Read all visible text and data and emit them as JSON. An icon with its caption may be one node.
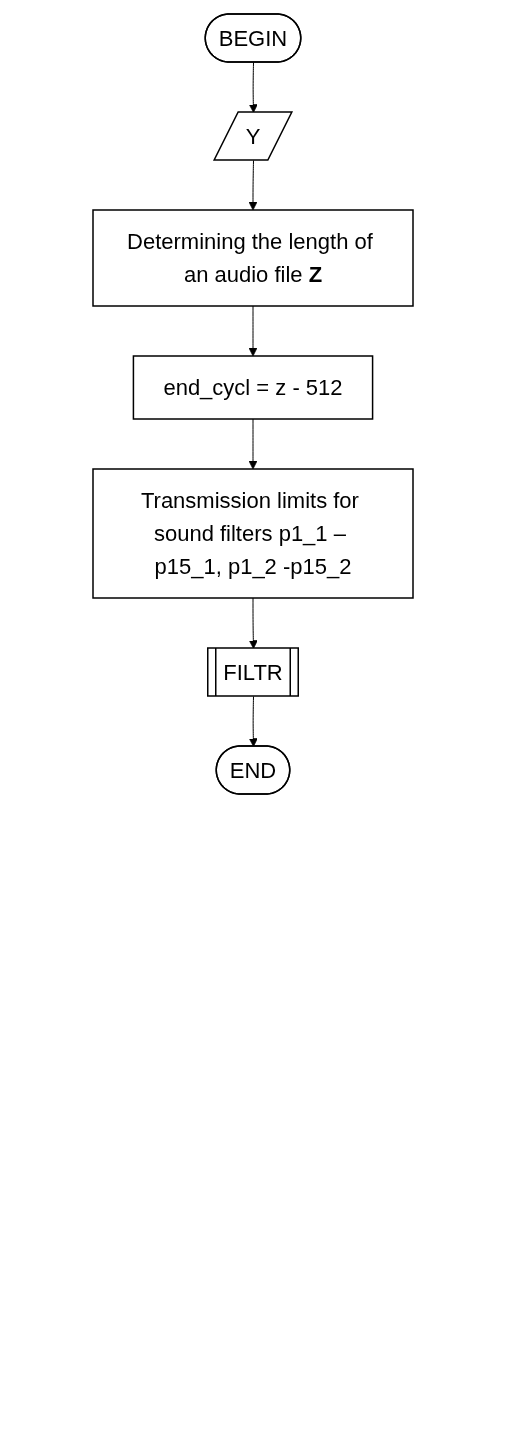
{
  "diagram": {
    "nodes": [
      {
        "text": [
          "BEGIN"
        ]
      },
      {
        "text": [
          "Y"
        ]
      },
      {
        "text": [
          "Determining the length of an audio file **Z**"
        ]
      },
      {
        "text": [
          "end_cycl = z - 512"
        ]
      },
      {
        "text": [
          "Transmission limits for sound filters p1_1 – p15_1, p1_2 -p15_2"
        ]
      },
      {
        "text": [
          "FILTR"
        ]
      },
      {
        "text": [
          "END"
        ]
      }
    ],
    "edges": [
      {
        "from": 0,
        "to": 1,
        "arrow": "to"
      },
      {
        "from": 1,
        "to": 2,
        "arrow": "to"
      },
      {
        "from": 2,
        "to": 3,
        "arrow": "to"
      },
      {
        "from": 3,
        "to": 4,
        "arrow": "to"
      },
      {
        "from": 4,
        "to": 5,
        "arrow": "to"
      },
      {
        "from": 5,
        "to": 6,
        "arrow": "to"
      }
    ]
  }
}
